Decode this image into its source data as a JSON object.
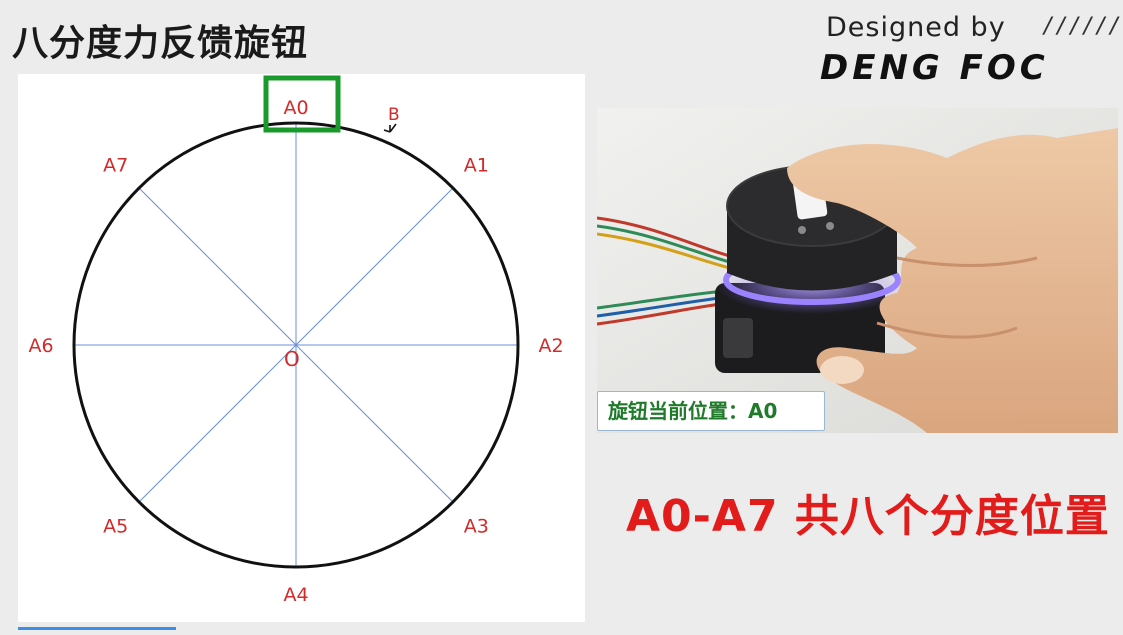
{
  "slide": {
    "title": "八分度力反馈旋钮",
    "brand_line": "Designed by",
    "brand_slashes": "//////",
    "brand_name": "DENG FOC"
  },
  "diagram": {
    "positions": [
      "A0",
      "A1",
      "A2",
      "A3",
      "A4",
      "A5",
      "A6",
      "A7"
    ],
    "highlighted": "A0",
    "highlight_color": "#1a9a2b",
    "center_label": "O",
    "marker_label": "B",
    "label_color": "#d42a2a",
    "spoke_color": "#6b8fd6"
  },
  "photo": {
    "caption": "旋钮当前位置：A0",
    "ring_color": "#8a6cff"
  },
  "summary": "A0-A7 共八个分度位置"
}
